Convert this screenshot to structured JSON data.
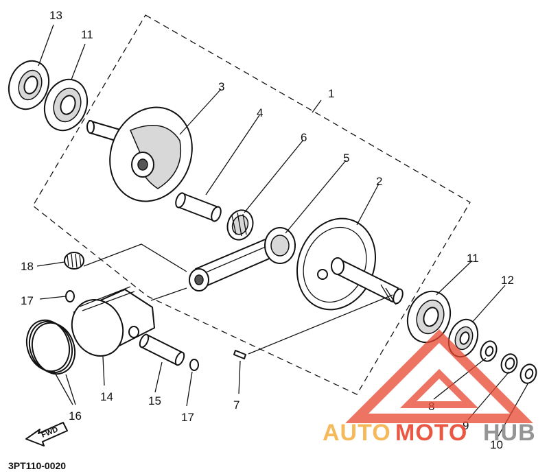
{
  "diagram": {
    "code": "3PT110-0020",
    "fwd_label": "FWD",
    "labels": [
      {
        "id": "1",
        "text": "1"
      },
      {
        "id": "2",
        "text": "2"
      },
      {
        "id": "3",
        "text": "3"
      },
      {
        "id": "4",
        "text": "4"
      },
      {
        "id": "5",
        "text": "5"
      },
      {
        "id": "6",
        "text": "6"
      },
      {
        "id": "7",
        "text": "7"
      },
      {
        "id": "8",
        "text": "8"
      },
      {
        "id": "9",
        "text": "9"
      },
      {
        "id": "10",
        "text": "10"
      },
      {
        "id": "11a",
        "text": "11"
      },
      {
        "id": "11b",
        "text": "11"
      },
      {
        "id": "12",
        "text": "12"
      },
      {
        "id": "13",
        "text": "13"
      },
      {
        "id": "14",
        "text": "14"
      },
      {
        "id": "15",
        "text": "15"
      },
      {
        "id": "16",
        "text": "16"
      },
      {
        "id": "17a",
        "text": "17"
      },
      {
        "id": "17b",
        "text": "17"
      },
      {
        "id": "18",
        "text": "18"
      }
    ]
  },
  "watermark": {
    "auto": "AUTO",
    "moto": "MOTO",
    "hub": "HUB",
    "colors": {
      "orange": "#f5b24a",
      "red": "#e8452f",
      "gray": "#8a8a8a"
    }
  }
}
